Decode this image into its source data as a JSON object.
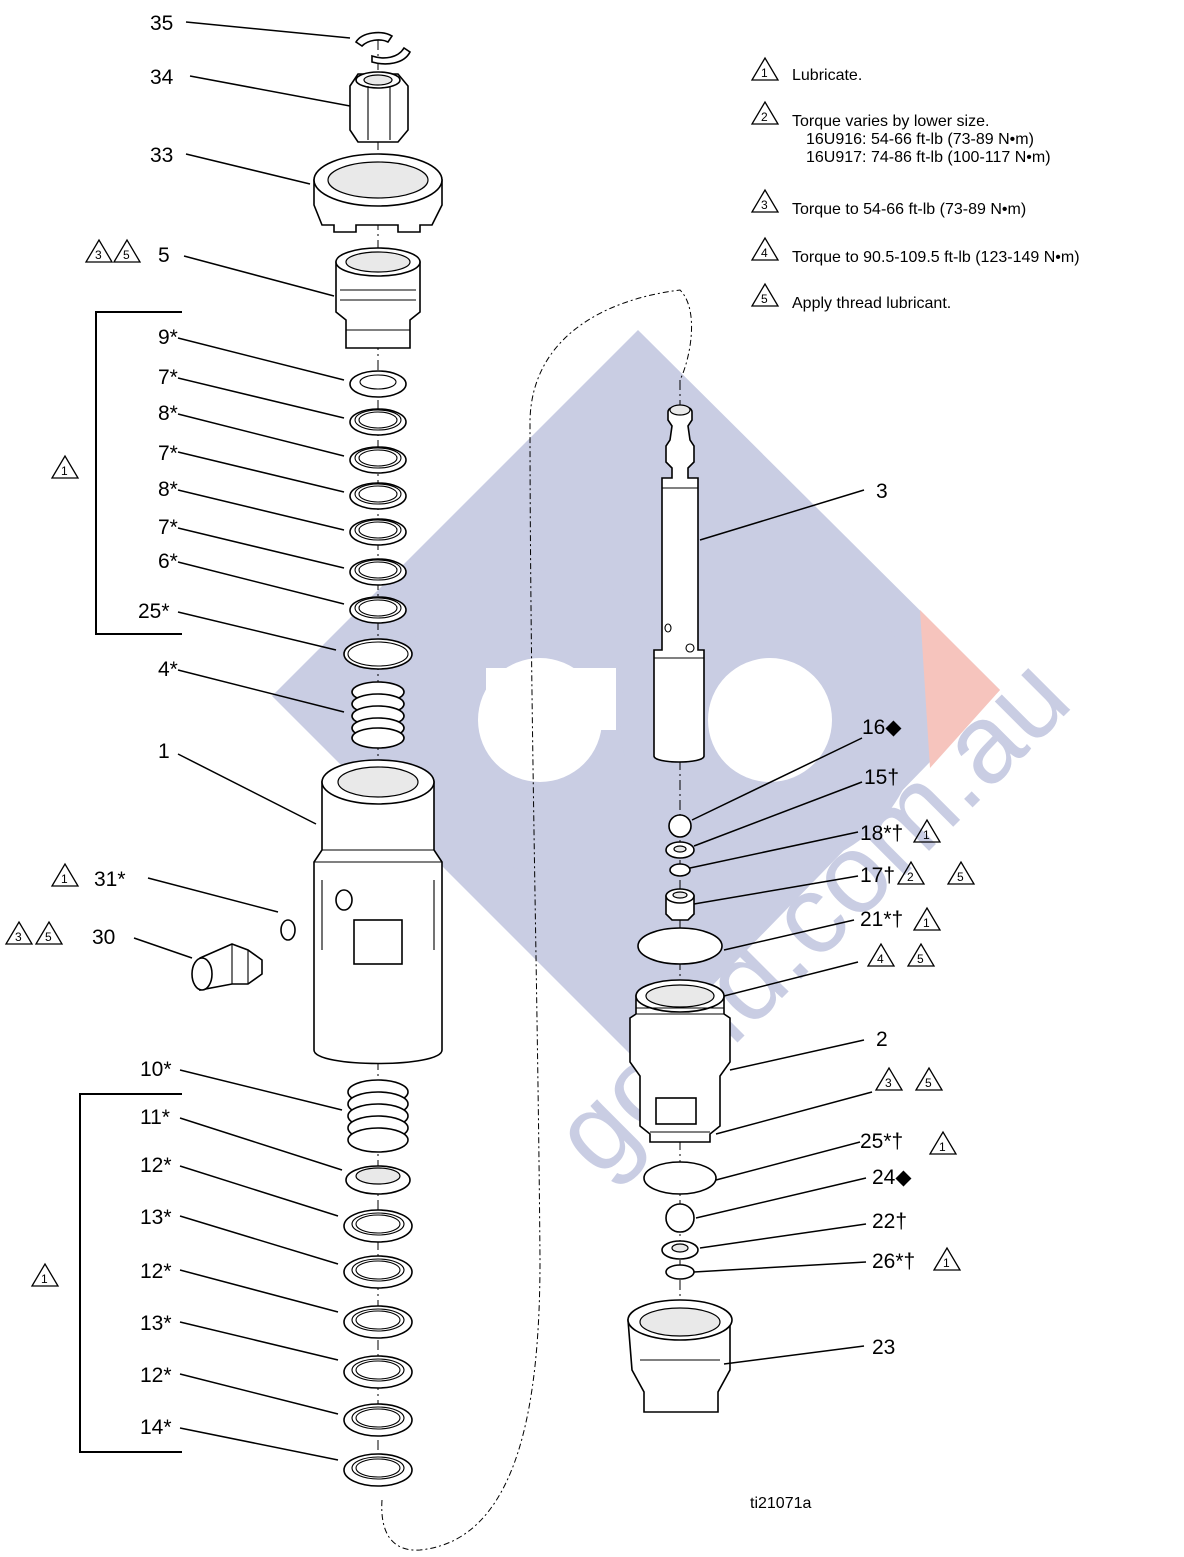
{
  "figure_id": "ti21071a",
  "watermark": "goind.com.au",
  "colors": {
    "watermark_blue": "#c9cde3",
    "watermark_red": "#f6c4bd",
    "ink": "#000000"
  },
  "notes": [
    {
      "num": "1",
      "lines": [
        "Lubricate."
      ]
    },
    {
      "num": "2",
      "lines": [
        "Torque varies by lower size.",
        "16U916: 54-66 ft-lb (73-89 N•m)",
        "16U917: 74-86 ft-lb (100-117 N•m)"
      ]
    },
    {
      "num": "3",
      "lines": [
        "Torque to 54-66 ft-lb (73-89 N•m)"
      ]
    },
    {
      "num": "4",
      "lines": [
        "Torque to 90.5-109.5 ft-lb (123-149 N•m)"
      ]
    },
    {
      "num": "5",
      "lines": [
        "Apply thread lubricant."
      ]
    }
  ],
  "callouts_left": [
    {
      "id": "35",
      "text": "35",
      "symbols": []
    },
    {
      "id": "34",
      "text": "34",
      "symbols": []
    },
    {
      "id": "33",
      "text": "33",
      "symbols": []
    },
    {
      "id": "5",
      "text": "5",
      "symbols": [
        "3",
        "5"
      ]
    },
    {
      "id": "9",
      "text": "9*",
      "symbols": []
    },
    {
      "id": "7a",
      "text": "7*",
      "symbols": []
    },
    {
      "id": "8a",
      "text": "8*",
      "symbols": []
    },
    {
      "id": "7b",
      "text": "7*",
      "symbols": []
    },
    {
      "id": "8b",
      "text": "8*",
      "symbols": []
    },
    {
      "id": "7c",
      "text": "7*",
      "symbols": []
    },
    {
      "id": "6",
      "text": "6*",
      "symbols": []
    },
    {
      "id": "25",
      "text": "25*",
      "symbols": []
    },
    {
      "id": "4",
      "text": "4*",
      "symbols": []
    },
    {
      "id": "1",
      "text": "1",
      "symbols": []
    },
    {
      "id": "31",
      "text": "31*",
      "symbols": [
        "1"
      ]
    },
    {
      "id": "30",
      "text": "30",
      "symbols": [
        "3",
        "5"
      ]
    },
    {
      "id": "10",
      "text": "10*",
      "symbols": []
    },
    {
      "id": "11",
      "text": "11*",
      "symbols": []
    },
    {
      "id": "12a",
      "text": "12*",
      "symbols": []
    },
    {
      "id": "13a",
      "text": "13*",
      "symbols": []
    },
    {
      "id": "12b",
      "text": "12*",
      "symbols": []
    },
    {
      "id": "13b",
      "text": "13*",
      "symbols": []
    },
    {
      "id": "12c",
      "text": "12*",
      "symbols": []
    },
    {
      "id": "14",
      "text": "14*",
      "symbols": []
    }
  ],
  "callouts_right": [
    {
      "id": "3",
      "text": "3",
      "symbols": []
    },
    {
      "id": "16",
      "text": "16◆",
      "symbols": []
    },
    {
      "id": "15",
      "text": "15†",
      "symbols": []
    },
    {
      "id": "18",
      "text": "18*†",
      "symbols": [
        "1"
      ]
    },
    {
      "id": "17",
      "text": "17†",
      "symbols": [
        "2",
        "5"
      ]
    },
    {
      "id": "21",
      "text": "21*†",
      "symbols": [
        "1"
      ]
    },
    {
      "id": "2t",
      "text": "",
      "symbols": [
        "4",
        "5"
      ]
    },
    {
      "id": "2",
      "text": "2",
      "symbols": []
    },
    {
      "id": "2b",
      "text": "",
      "symbols": [
        "3",
        "5"
      ]
    },
    {
      "id": "25r",
      "text": "25*†",
      "symbols": [
        "1"
      ]
    },
    {
      "id": "24",
      "text": "24◆",
      "symbols": []
    },
    {
      "id": "22",
      "text": "22†",
      "symbols": []
    },
    {
      "id": "26",
      "text": "26*†",
      "symbols": [
        "1"
      ]
    },
    {
      "id": "23",
      "text": "23",
      "symbols": []
    }
  ],
  "group_brackets": [
    {
      "id": "upper-packings",
      "symbol": "1"
    },
    {
      "id": "lower-packings",
      "symbol": "1"
    }
  ]
}
